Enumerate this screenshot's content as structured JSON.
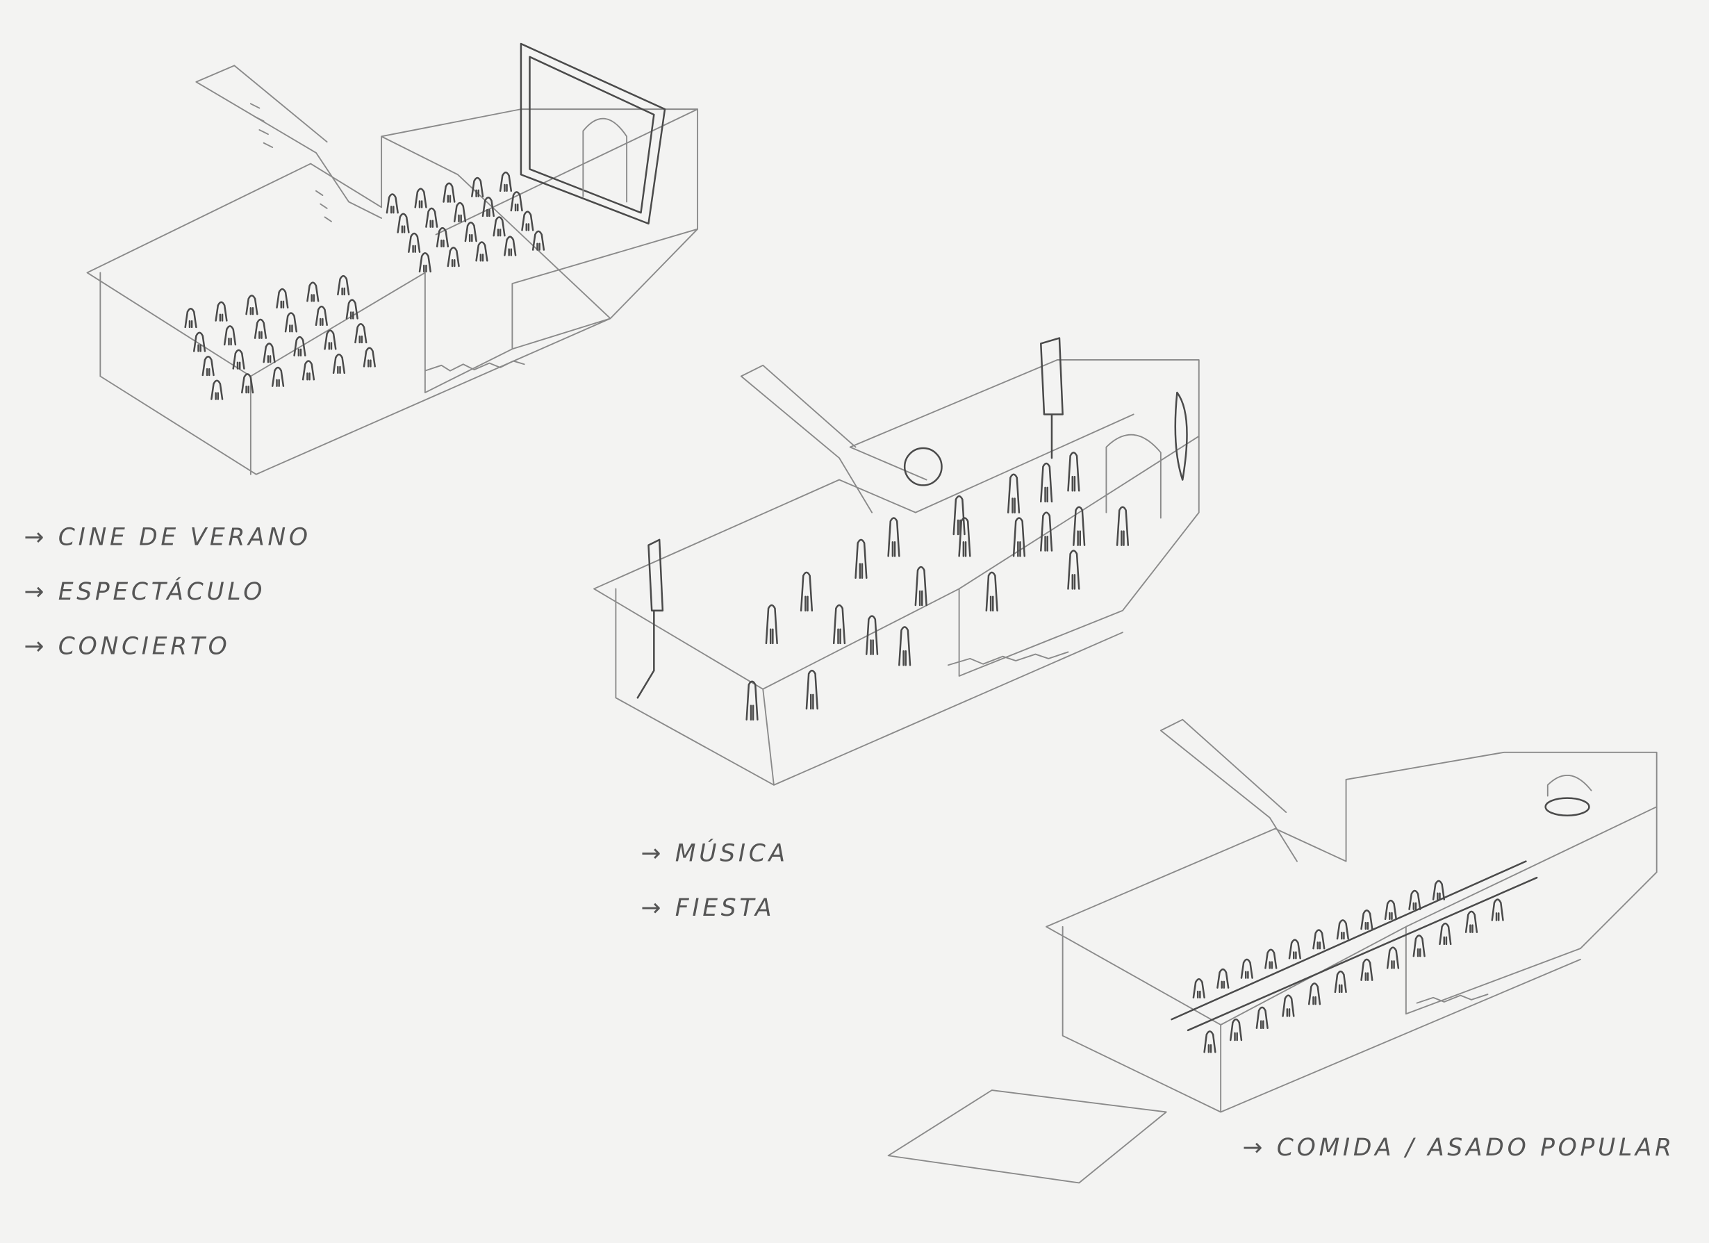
{
  "sketch_1": {
    "labels": [
      "→ CINE DE VERANO",
      "→ ESPECTÁCULO",
      "→ CONCIERTO"
    ]
  },
  "sketch_2": {
    "labels": [
      "→ MÚSICA",
      "→ FIESTA"
    ]
  },
  "sketch_3": {
    "labels": [
      "→ COMIDA / ASADO POPULAR"
    ]
  },
  "colors": {
    "paper": "#f3f3f2",
    "pencil_light": "#8a8a8a",
    "pencil_dark": "#4a4a4a"
  }
}
